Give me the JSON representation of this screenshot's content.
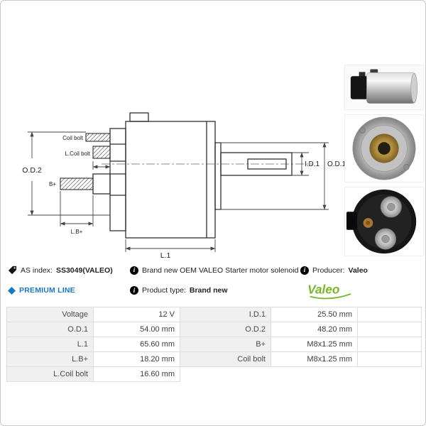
{
  "drawing": {
    "labels": {
      "od2": "O.D.2",
      "od1": "O.D.1",
      "id1": "I.D.1",
      "l1": "L.1",
      "lb": "L.B+",
      "b": "B+",
      "coil_bolt": "Coil bolt",
      "l_coil_bolt": "L.Coil bolt"
    }
  },
  "photos": {
    "side_view": "solenoid-side-photo",
    "front_view": "solenoid-front-face-photo",
    "back_view": "solenoid-back-terminals-photo"
  },
  "icons": {
    "as_index": "tag-icon",
    "description": "info-icon",
    "producer": "info-icon",
    "premium": "premium-line-icon",
    "product_type": "info-icon"
  },
  "info": {
    "as_index_label": "AS index:",
    "as_index_value": "SS3049(VALEO)",
    "description": "Brand new OEM VALEO Starter motor solenoid",
    "producer_label": "Producer:",
    "producer_value": "Valeo",
    "premium_line": "PREMIUM LINE",
    "product_type_label": "Product type:",
    "product_type_value": "Brand new",
    "brand_logo": "Valeo"
  },
  "colors": {
    "premium_blue": "#1878c8",
    "valeo_green": "#76b82a",
    "table_border": "#dddddd",
    "label_cell_bg": "#f0f0f0"
  },
  "specs": {
    "left": [
      {
        "label": "Voltage",
        "value": "12 V"
      },
      {
        "label": "O.D.1",
        "value": "54.00 mm"
      },
      {
        "label": "L.1",
        "value": "65.60 mm"
      },
      {
        "label": "L.B+",
        "value": "18.20 mm"
      },
      {
        "label": "L.Coil bolt",
        "value": "16.60 mm"
      }
    ],
    "right": [
      {
        "label": "I.D.1",
        "value": "25.50 mm"
      },
      {
        "label": "O.D.2",
        "value": "48.20 mm"
      },
      {
        "label": "B+",
        "value": "M8x1.25 mm"
      },
      {
        "label": "Coil bolt",
        "value": "M8x1.25 mm"
      }
    ]
  }
}
